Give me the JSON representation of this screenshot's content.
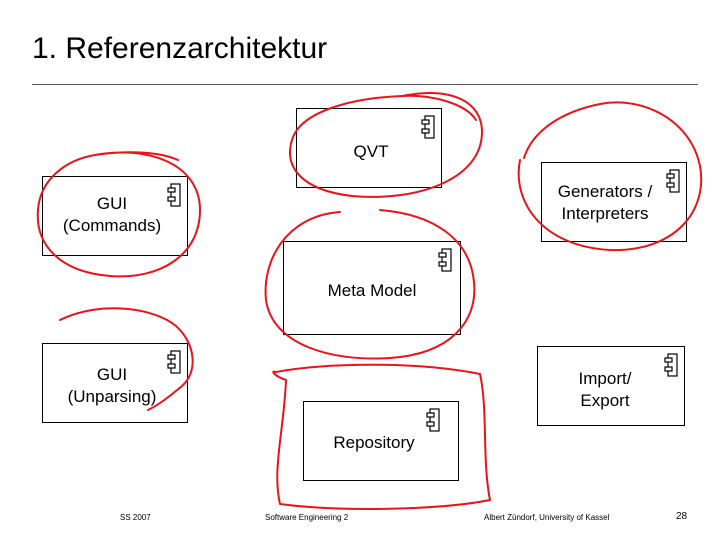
{
  "slide": {
    "title": "1. Referenzarchitektur"
  },
  "components": {
    "qvt": "QVT",
    "generators": "Generators /\nInterpreters",
    "gui_commands": "GUI\n(Commands)",
    "meta_model": "Meta Model",
    "gui_unparsing": "GUI\n(Unparsing)",
    "import_export": "Import/\nExport",
    "repository": "Repository"
  },
  "footer": {
    "left": "SS 2007",
    "center": "Software Engineering 2",
    "right": "Albert Zündorf, University of Kassel",
    "page": "28"
  },
  "colors": {
    "annotation": "#e8141b",
    "text": "#000000"
  }
}
